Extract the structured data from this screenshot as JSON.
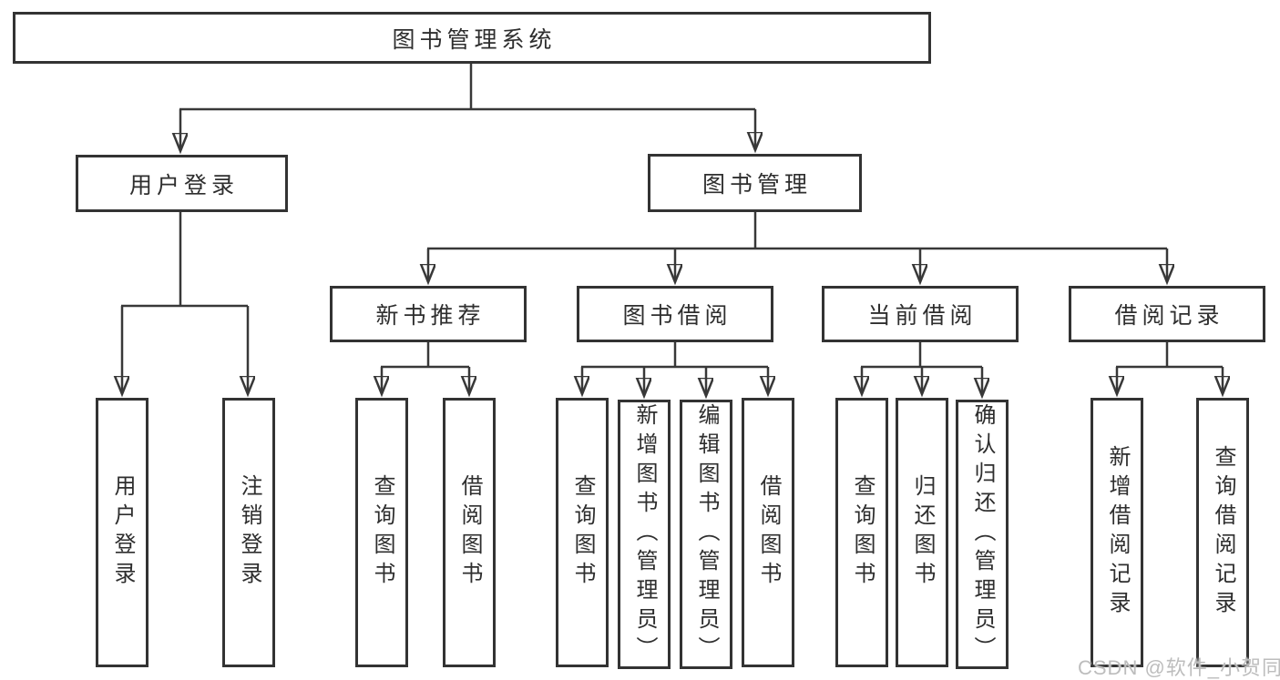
{
  "tree": {
    "label": "图书管理系统",
    "children": [
      {
        "label": "用户登录",
        "children": [
          {
            "label": "用户登录"
          },
          {
            "label": "注销登录"
          }
        ]
      },
      {
        "label": "图书管理",
        "children": [
          {
            "label": "新书推荐",
            "children": [
              {
                "label": "查询图书"
              },
              {
                "label": "借阅图书"
              }
            ]
          },
          {
            "label": "图书借阅",
            "children": [
              {
                "label": "查询图书"
              },
              {
                "label": "新增图书（管理员）"
              },
              {
                "label": "编辑图书（管理员）"
              },
              {
                "label": "借阅图书"
              }
            ]
          },
          {
            "label": "当前借阅",
            "children": [
              {
                "label": "查询图书"
              },
              {
                "label": "归还图书"
              },
              {
                "label": "确认归还（管理员）"
              }
            ]
          },
          {
            "label": "借阅记录",
            "children": [
              {
                "label": "新增借阅记录"
              },
              {
                "label": "查询借阅记录"
              }
            ]
          }
        ]
      }
    ]
  },
  "watermark": "CSDN @软件_小贺同学",
  "colors": {
    "background": "#ffffff",
    "line": "#383838",
    "box_border": "#333333",
    "text": "#2e2e2e",
    "watermark": "#bdbdbd"
  }
}
